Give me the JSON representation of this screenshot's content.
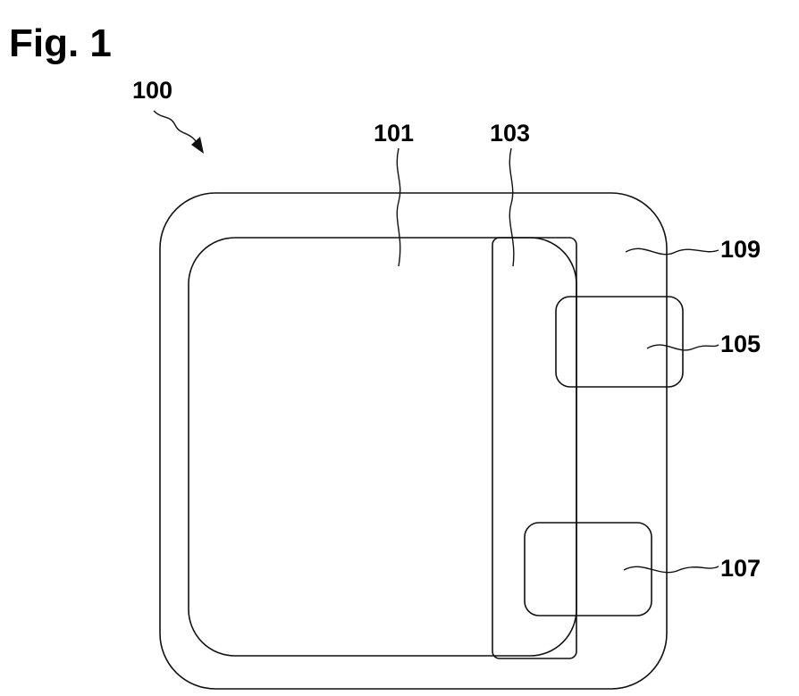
{
  "figure": {
    "title": "Fig. 1"
  },
  "references": {
    "device": "100",
    "component_101": "101",
    "component_103": "103",
    "component_105": "105",
    "component_107": "107",
    "component_109": "109"
  }
}
